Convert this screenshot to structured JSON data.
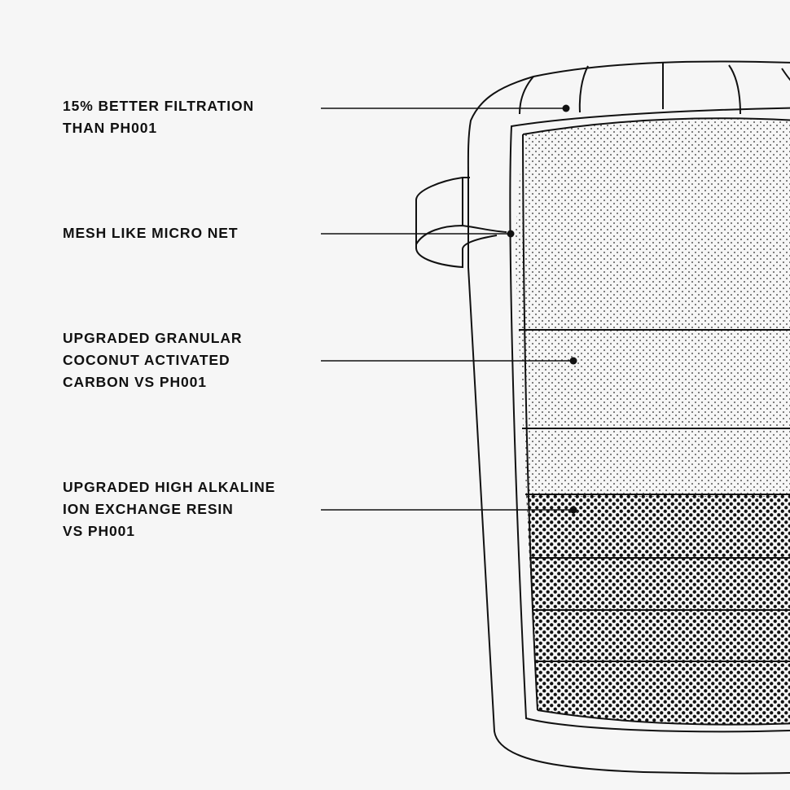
{
  "callouts": [
    {
      "id": "filtration",
      "lines": [
        "15% BETTER FILTRATION",
        "THAN PH001"
      ]
    },
    {
      "id": "micro-net",
      "lines": [
        "MESH LIKE MICRO NET"
      ]
    },
    {
      "id": "carbon",
      "lines": [
        "UPGRADED GRANULAR",
        "COCONUT ACTIVATED",
        "CARBON VS PH001"
      ]
    },
    {
      "id": "resin",
      "lines": [
        "UPGRADED HIGH ALKALINE",
        "ION EXCHANGE RESIN",
        "VS PH001"
      ]
    }
  ],
  "colors": {
    "background": "#f6f6f6",
    "ink": "#111111"
  }
}
